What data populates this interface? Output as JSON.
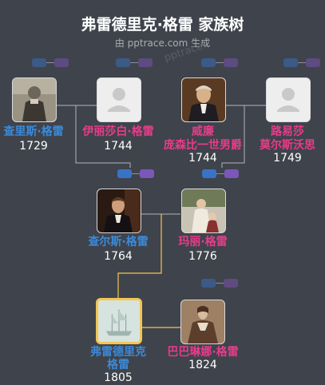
{
  "header": {
    "title": "弗雷德里克·格雷 家族树",
    "subtitle": "由 pptrace.com 生成",
    "watermark": "pptrace"
  },
  "people": {
    "p1": {
      "name": "查里斯·格雷",
      "year": "1729",
      "gender": "male",
      "photo": "portrait"
    },
    "p2": {
      "name": "伊丽莎白·格雷",
      "year": "1744",
      "gender": "female",
      "photo": "placeholder"
    },
    "p3": {
      "name_line1": "威廉",
      "name_line2": "庞森比一世男爵",
      "year": "1744",
      "gender": "female",
      "photo": "portrait"
    },
    "p4": {
      "name_line1": "路易莎",
      "name_line2": "莫尔斯沃思",
      "year": "1749",
      "gender": "female",
      "photo": "placeholder"
    },
    "p5": {
      "name": "查尔斯·格雷",
      "year": "1764",
      "gender": "male",
      "photo": "portrait"
    },
    "p6": {
      "name": "玛丽·格雷",
      "year": "1776",
      "gender": "female",
      "photo": "portrait"
    },
    "p7": {
      "name_line1": "弗雷德里克",
      "name_line2": "格雷",
      "year": "1805",
      "gender": "male",
      "photo": "drawing",
      "focus": true
    },
    "p8": {
      "name": "巴巴琳娜·格雷",
      "year": "1824",
      "gender": "female",
      "photo": "portrait"
    }
  },
  "colors": {
    "background": "#3f434b",
    "male_text": "#3b8ad9",
    "female_text": "#e83c8b",
    "focus_border": "#f2c651",
    "pill_blue": "#3a73c5",
    "pill_purple": "#7a57b8"
  },
  "icons": [
    "person-placeholder-icon",
    "father-pill-icon",
    "mother-pill-icon"
  ]
}
